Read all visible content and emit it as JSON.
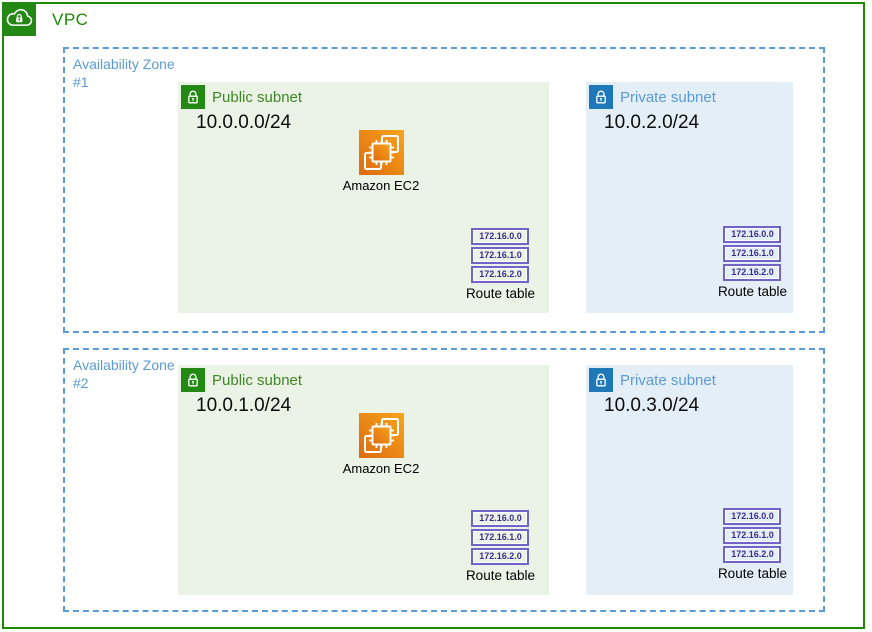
{
  "vpc": {
    "label": "VPC"
  },
  "zones": [
    {
      "name_line1": "Availability Zone",
      "name_line2": "#1",
      "public_subnet": {
        "label": "Public subnet",
        "cidr": "10.0.0.0/24",
        "instance_label": "Amazon EC2",
        "route_table": {
          "label": "Route table",
          "entries": [
            "172.16.0.0",
            "172.16.1.0",
            "172.16.2.0"
          ]
        }
      },
      "private_subnet": {
        "label": "Private subnet",
        "cidr": "10.0.2.0/24",
        "route_table": {
          "label": "Route table",
          "entries": [
            "172.16.0.0",
            "172.16.1.0",
            "172.16.2.0"
          ]
        }
      }
    },
    {
      "name_line1": "Availability Zone",
      "name_line2": "#2",
      "public_subnet": {
        "label": "Public subnet",
        "cidr": "10.0.1.0/24",
        "instance_label": "Amazon EC2",
        "route_table": {
          "label": "Route table",
          "entries": [
            "172.16.0.0",
            "172.16.1.0",
            "172.16.2.0"
          ]
        }
      },
      "private_subnet": {
        "label": "Private subnet",
        "cidr": "10.0.3.0/24",
        "route_table": {
          "label": "Route table",
          "entries": [
            "172.16.0.0",
            "172.16.1.0",
            "172.16.2.0"
          ]
        }
      }
    }
  ],
  "icons": {
    "vpc": "vpc-cloud-lock-icon",
    "public_subnet": "green-padlock-icon",
    "private_subnet": "blue-padlock-icon",
    "ec2": "ec2-chip-icon"
  },
  "colors": {
    "vpc_green": "#1E8900",
    "subnet_public_icon": "#248814",
    "subnet_public_label": "#3F8624",
    "subnet_public_fill": "#EAF3E5",
    "subnet_private_icon": "#1F78B8",
    "subnet_private_label": "#5B9BD5",
    "subnet_private_fill": "#E4EEF7",
    "az_dashed_blue": "#5B9BD5",
    "ec2_orange_dark": "#DD6B10",
    "ec2_orange_light": "#F8A51B",
    "route_border_purple": "#7163C8",
    "route_text_purple": "#3D2B91"
  }
}
